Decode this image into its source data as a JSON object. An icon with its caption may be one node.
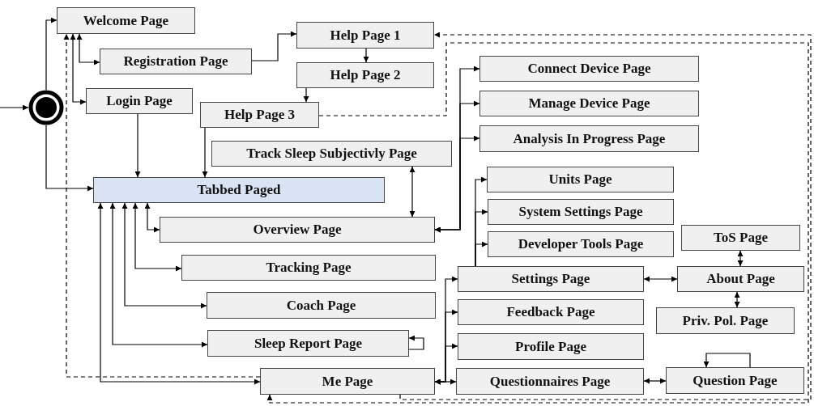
{
  "diagram": {
    "nodes": [
      {
        "text": [],
        "shape": "circle"
      },
      {
        "text": [
          "Welcome Page"
        ]
      },
      {
        "text": [
          "Registration Page"
        ]
      },
      {
        "text": [
          "Help Page 1"
        ]
      },
      {
        "text": [
          "Help Page 2"
        ]
      },
      {
        "text": [
          "Login Page"
        ]
      },
      {
        "text": [
          "Help Page 3"
        ]
      },
      {
        "text": [
          "Track Sleep Subjectivly Page"
        ]
      },
      {
        "text": [
          "Tabbed Paged"
        ]
      },
      {
        "text": [
          "Connect Device Page"
        ]
      },
      {
        "text": [
          "Manage Device Page"
        ]
      },
      {
        "text": [
          "Analysis In Progress Page"
        ]
      },
      {
        "text": [
          "Units Page"
        ]
      },
      {
        "text": [
          "System Settings Page"
        ]
      },
      {
        "text": [
          "Developer Tools Page"
        ]
      },
      {
        "text": [
          "Overview Page"
        ]
      },
      {
        "text": [
          "ToS Page"
        ]
      },
      {
        "text": [
          "Tracking Page"
        ]
      },
      {
        "text": [
          "Settings Page"
        ]
      },
      {
        "text": [
          "About Page"
        ]
      },
      {
        "text": [
          "Coach Page"
        ]
      },
      {
        "text": [
          "Feedback Page"
        ]
      },
      {
        "text": [
          "Priv. Pol. Page"
        ]
      },
      {
        "text": [
          "Sleep Report Page"
        ]
      },
      {
        "text": [
          "Profile Page"
        ]
      },
      {
        "text": [
          "Me Page"
        ]
      },
      {
        "text": [
          "Questionnaires Page"
        ]
      },
      {
        "text": [
          "Question Page"
        ]
      }
    ],
    "edges": [
      {
        "from": null,
        "to": 0,
        "arrow": "to"
      },
      {
        "from": 0,
        "to": 1,
        "arrow": "to"
      },
      {
        "from": 0,
        "to": 8,
        "arrow": "to"
      },
      {
        "from": 1,
        "to": 2,
        "arrow": "both"
      },
      {
        "from": 1,
        "to": 5,
        "arrow": "both"
      },
      {
        "from": 2,
        "to": 3,
        "arrow": "to"
      },
      {
        "from": 3,
        "to": 4,
        "arrow": "to"
      },
      {
        "from": 4,
        "to": 6,
        "arrow": "to"
      },
      {
        "from": 5,
        "to": 8,
        "arrow": "to"
      },
      {
        "from": 6,
        "to": 8,
        "arrow": "to"
      },
      {
        "from": 8,
        "to": 15,
        "arrow": "both"
      },
      {
        "from": 8,
        "to": 17,
        "arrow": "both"
      },
      {
        "from": 8,
        "to": 20,
        "arrow": "both"
      },
      {
        "from": 8,
        "to": 23,
        "arrow": "both"
      },
      {
        "from": 8,
        "to": 25,
        "arrow": "both"
      },
      {
        "from": 7,
        "to": 15,
        "arrow": "both"
      },
      {
        "from": 15,
        "to": 9,
        "arrow": "both"
      },
      {
        "from": 15,
        "to": 10,
        "arrow": "both"
      },
      {
        "from": 15,
        "to": 11,
        "arrow": "both"
      },
      {
        "from": 18,
        "to": 12,
        "arrow": "to"
      },
      {
        "from": 18,
        "to": 13,
        "arrow": "to"
      },
      {
        "from": 18,
        "to": 14,
        "arrow": "to"
      },
      {
        "from": 25,
        "to": 18,
        "arrow": "both"
      },
      {
        "from": 25,
        "to": 21,
        "arrow": "both"
      },
      {
        "from": 25,
        "to": 24,
        "arrow": "both"
      },
      {
        "from": 25,
        "to": 26,
        "arrow": "both"
      },
      {
        "from": 18,
        "to": 19,
        "arrow": "both"
      },
      {
        "from": 19,
        "to": 16,
        "arrow": "both"
      },
      {
        "from": 19,
        "to": 22,
        "arrow": "both"
      },
      {
        "from": 23,
        "to": 23,
        "arrow": "to"
      },
      {
        "from": 26,
        "to": 27,
        "arrow": "both"
      },
      {
        "from": 27,
        "to": 27,
        "arrow": "to"
      },
      {
        "from": 25,
        "to": 1,
        "arrow": "to",
        "style": "dashed"
      },
      {
        "from": 6,
        "to": 25,
        "arrow": "to",
        "style": "dashed"
      },
      {
        "from": 25,
        "to": 3,
        "arrow": "to",
        "style": "dashed"
      }
    ]
  }
}
